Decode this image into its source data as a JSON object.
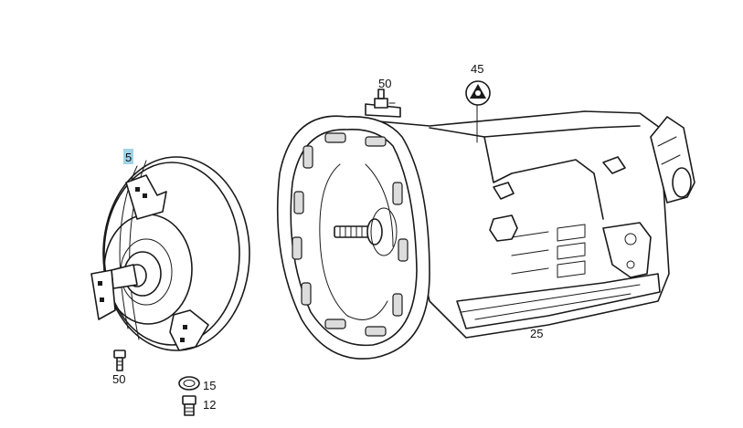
{
  "callouts": {
    "torque_converter": "5",
    "vent_bolt": "50",
    "converter_bolt": "50",
    "transmission_housing": "45",
    "oil_pan": "25",
    "sealing_ring": "15",
    "drain_plug": "12"
  },
  "colors": {
    "highlight": "#9fd3e6",
    "ink": "#1a1a1a",
    "background": "#ffffff"
  }
}
